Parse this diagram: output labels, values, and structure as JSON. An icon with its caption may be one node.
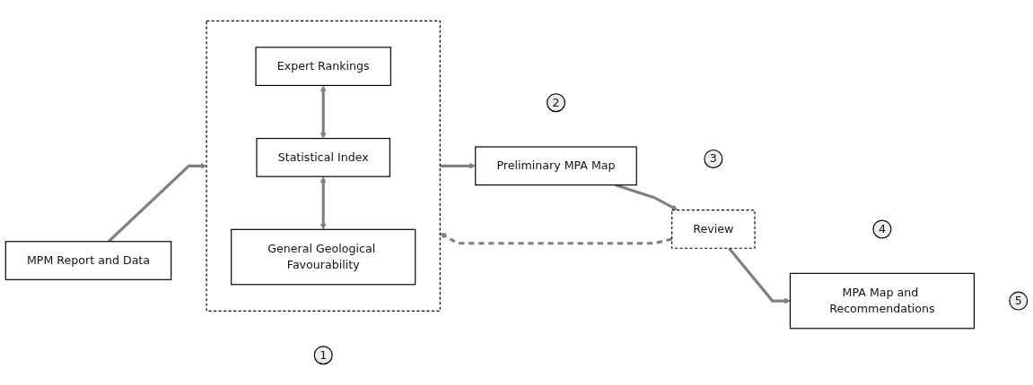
{
  "diagram": {
    "nodes": [
      {
        "text": [
          "MPM Report and Data"
        ]
      },
      {
        "text": [
          "1"
        ]
      },
      {
        "text": [],
        "shape": "box"
      },
      {
        "text": [
          "2"
        ]
      },
      {
        "text": [
          "Expert Rankings"
        ],
        "in": 2
      },
      {
        "text": [
          "Statistical Index"
        ],
        "in": 2
      },
      {
        "text": [
          "General Geological Favourability"
        ],
        "in": 2
      },
      {
        "text": [
          "Preliminary MPA Map"
        ]
      },
      {
        "text": [
          "3"
        ]
      },
      {
        "text": [
          "Review"
        ]
      },
      {
        "text": [
          "4"
        ]
      },
      {
        "text": [
          "MPA Map and Recommendations"
        ]
      },
      {
        "text": [
          "5"
        ]
      }
    ],
    "edges": [
      {
        "from": 0,
        "to": 2,
        "arrow": "to"
      },
      {
        "from": 4,
        "to": 5,
        "arrow": "both"
      },
      {
        "from": 5,
        "to": 6,
        "arrow": "both"
      },
      {
        "from": 2,
        "to": 7,
        "arrow": "to"
      },
      {
        "from": 7,
        "to": 9,
        "arrow": "to"
      },
      {
        "from": 9,
        "to": 11,
        "arrow": "to"
      },
      {
        "from": 9,
        "to": 2,
        "arrow": "to",
        "style": "dashed"
      }
    ]
  }
}
